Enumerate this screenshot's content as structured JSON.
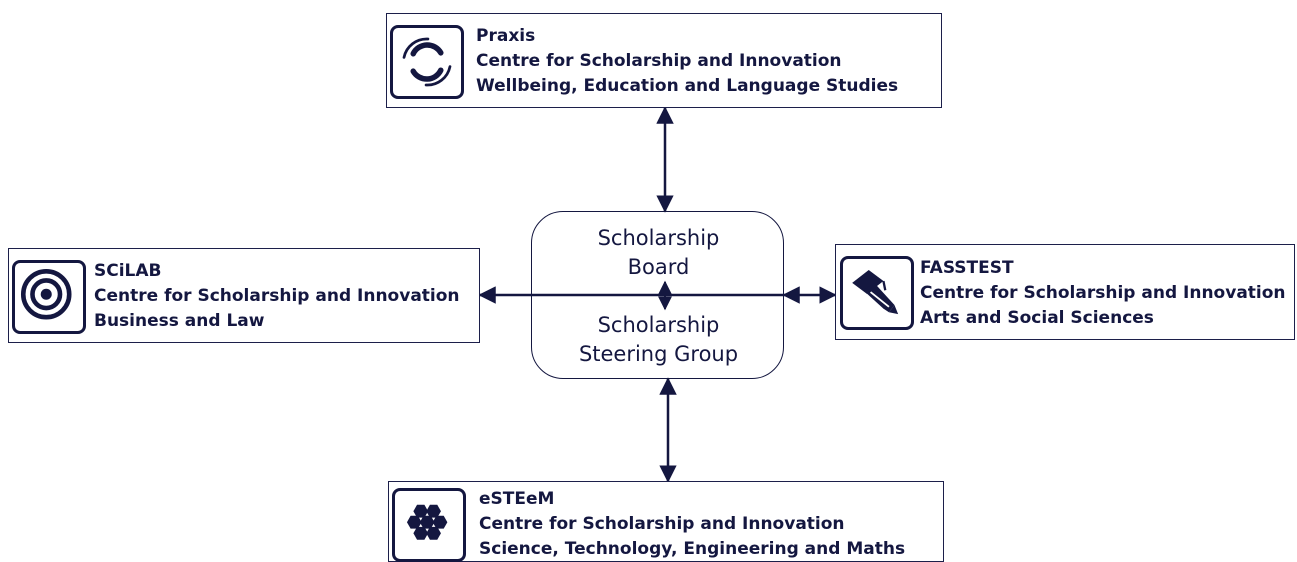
{
  "colors": {
    "ink": "#141740",
    "border": "#1c1f4a",
    "background": "#ffffff"
  },
  "center": {
    "top_label": [
      "Scholarship",
      "Board"
    ],
    "bottom_label": [
      "Scholarship",
      "Steering Group"
    ]
  },
  "centres": [
    {
      "id": "praxis",
      "icon": "swirl-icon",
      "lines": [
        "Praxis",
        "Centre for Scholarship and Innovation",
        "Wellbeing, Education and Language Studies"
      ]
    },
    {
      "id": "scilab",
      "icon": "target-icon",
      "lines": [
        "SCiLAB",
        "Centre for Scholarship and Innovation",
        "Business and Law"
      ]
    },
    {
      "id": "fasstest",
      "icon": "pencil-graduation-cap-icon",
      "lines": [
        "FASSTEST",
        "Centre for Scholarship and Innovation",
        "Arts and Social Sciences"
      ]
    },
    {
      "id": "esteem",
      "icon": "honeycomb-icon",
      "lines": [
        "eSTEeM",
        "Centre for Scholarship and Innovation",
        "Science, Technology, Engineering and Maths"
      ]
    }
  ],
  "connections": [
    {
      "from": "center",
      "to": "praxis",
      "type": "bidirectional"
    },
    {
      "from": "center",
      "to": "scilab",
      "type": "bidirectional"
    },
    {
      "from": "center",
      "to": "fasstest",
      "type": "bidirectional"
    },
    {
      "from": "center",
      "to": "esteem",
      "type": "bidirectional"
    },
    {
      "from": "scholarship-board",
      "to": "scholarship-steering-group",
      "type": "bidirectional"
    }
  ]
}
